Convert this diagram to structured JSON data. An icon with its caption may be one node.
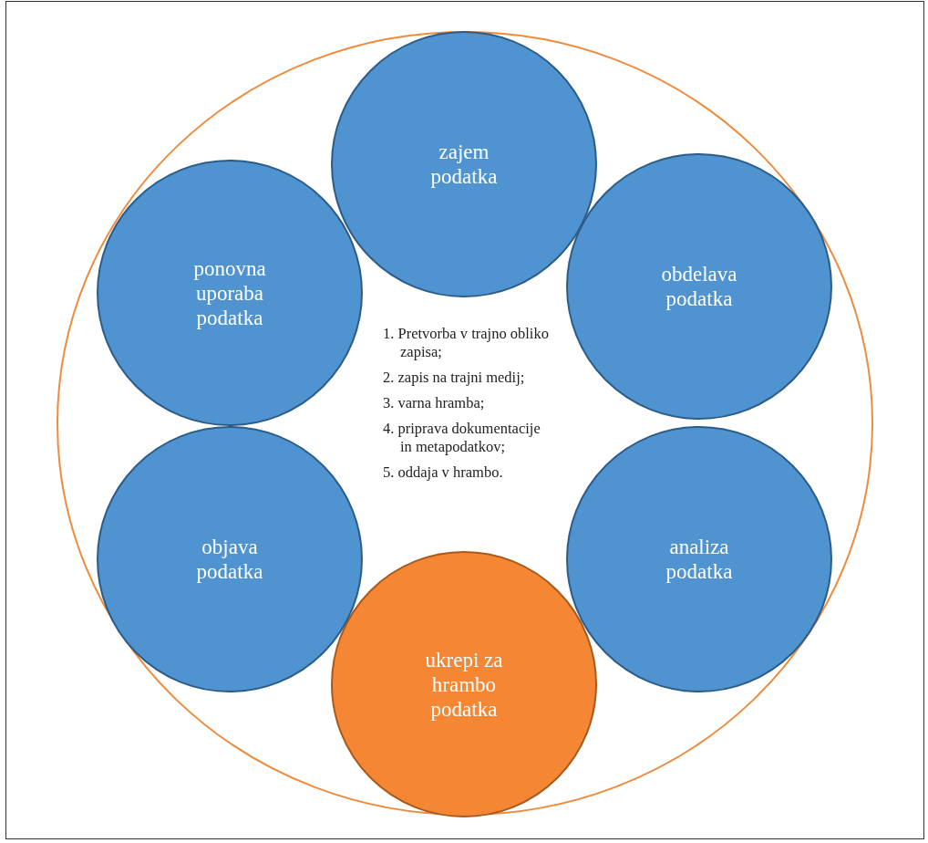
{
  "diagram": {
    "nodes": [
      {
        "text": [],
        "shape": "circle"
      },
      {
        "text": [
          "zajem podatka"
        ],
        "in": 0
      },
      {
        "text": [
          "obdelava podatka"
        ],
        "in": 0
      },
      {
        "text": [
          "analiza podatka"
        ],
        "in": 0
      },
      {
        "text": [
          "ukrepi za hrambo podatka"
        ],
        "in": 0
      },
      {
        "text": [
          "objava podatka"
        ],
        "in": 0
      },
      {
        "text": [
          "ponovna uporaba podatka"
        ],
        "in": 0
      }
    ],
    "labels": [
      "1. Pretvorba v trajno obliko zapisa;",
      "2. zapis na trajni medij;",
      "3. varna hramba;",
      "4. priprava dokumentacije in metapodatkov;",
      "5. oddaja v hrambo."
    ]
  }
}
